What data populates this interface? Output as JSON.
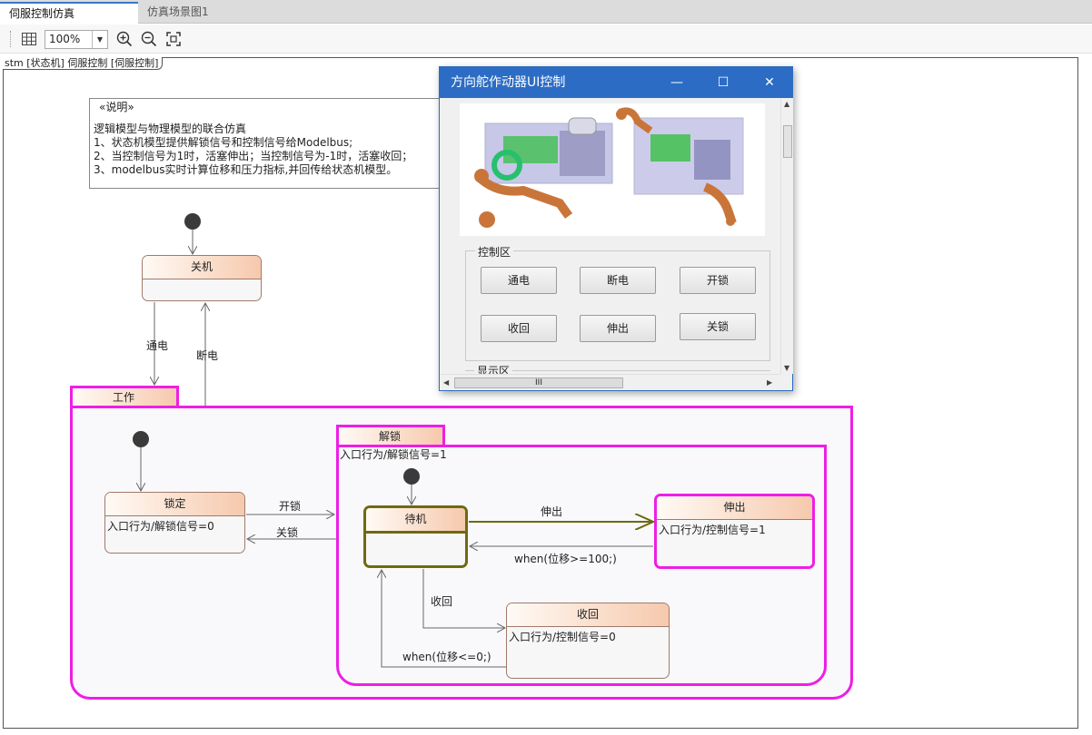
{
  "tabs": [
    {
      "label": "伺服控制仿真",
      "active": true
    },
    {
      "label": "仿真场景图1",
      "active": false
    }
  ],
  "toolbar": {
    "zoom_value": "100%",
    "icons": [
      "grid-icon",
      "zoom-in-icon",
      "zoom-out-icon",
      "fit-to-window-icon"
    ]
  },
  "diagram": {
    "frame_label": "stm [状态机] 伺服控制 [伺服控制]",
    "note": {
      "stereotype": "«说明»",
      "lines": [
        "逻辑模型与物理模型的联合仿真",
        "1、状态机模型提供解锁信号和控制信号给Modelbus;",
        "2、当控制信号为1时，活塞伸出；当控制信号为-1时，活塞收回；",
        "3、modelbus实时计算位移和压力指标,并回传给状态机模型。"
      ]
    },
    "states": {
      "off": {
        "name": "关机"
      },
      "work": {
        "name": "工作"
      },
      "locked": {
        "name": "锁定",
        "entry": "入口行为/解锁信号=0"
      },
      "unlocked": {
        "name": "解锁",
        "entry": "入口行为/解锁信号=1"
      },
      "standby": {
        "name": "待机"
      },
      "extend": {
        "name": "伸出",
        "entry": "入口行为/控制信号=1"
      },
      "retract": {
        "name": "收回",
        "entry": "入口行为/控制信号=0"
      }
    },
    "transitions": {
      "power_on": "通电",
      "power_off": "断电",
      "unlock": "开锁",
      "lock": "关锁",
      "extend": "伸出",
      "extend_done": "when(位移>=100;)",
      "retract": "收回",
      "retract_done": "when(位移<=0;)"
    }
  },
  "dialog": {
    "title": "方向舵作动器UI控制",
    "controls": {
      "minimize": "—",
      "maximize": "☐",
      "close": "✕"
    },
    "control_group_label": "控制区",
    "buttons": [
      "通电",
      "断电",
      "开锁",
      "收回",
      "伸出",
      "关锁"
    ],
    "display_group_label": "显示区",
    "hscroll_label": "III"
  },
  "colors": {
    "tab_accent": "#3b78c4",
    "selected_border": "#ee1ee6",
    "active_state_border": "#6e6a10",
    "dialog_title_bar": "#2c6cc4"
  }
}
